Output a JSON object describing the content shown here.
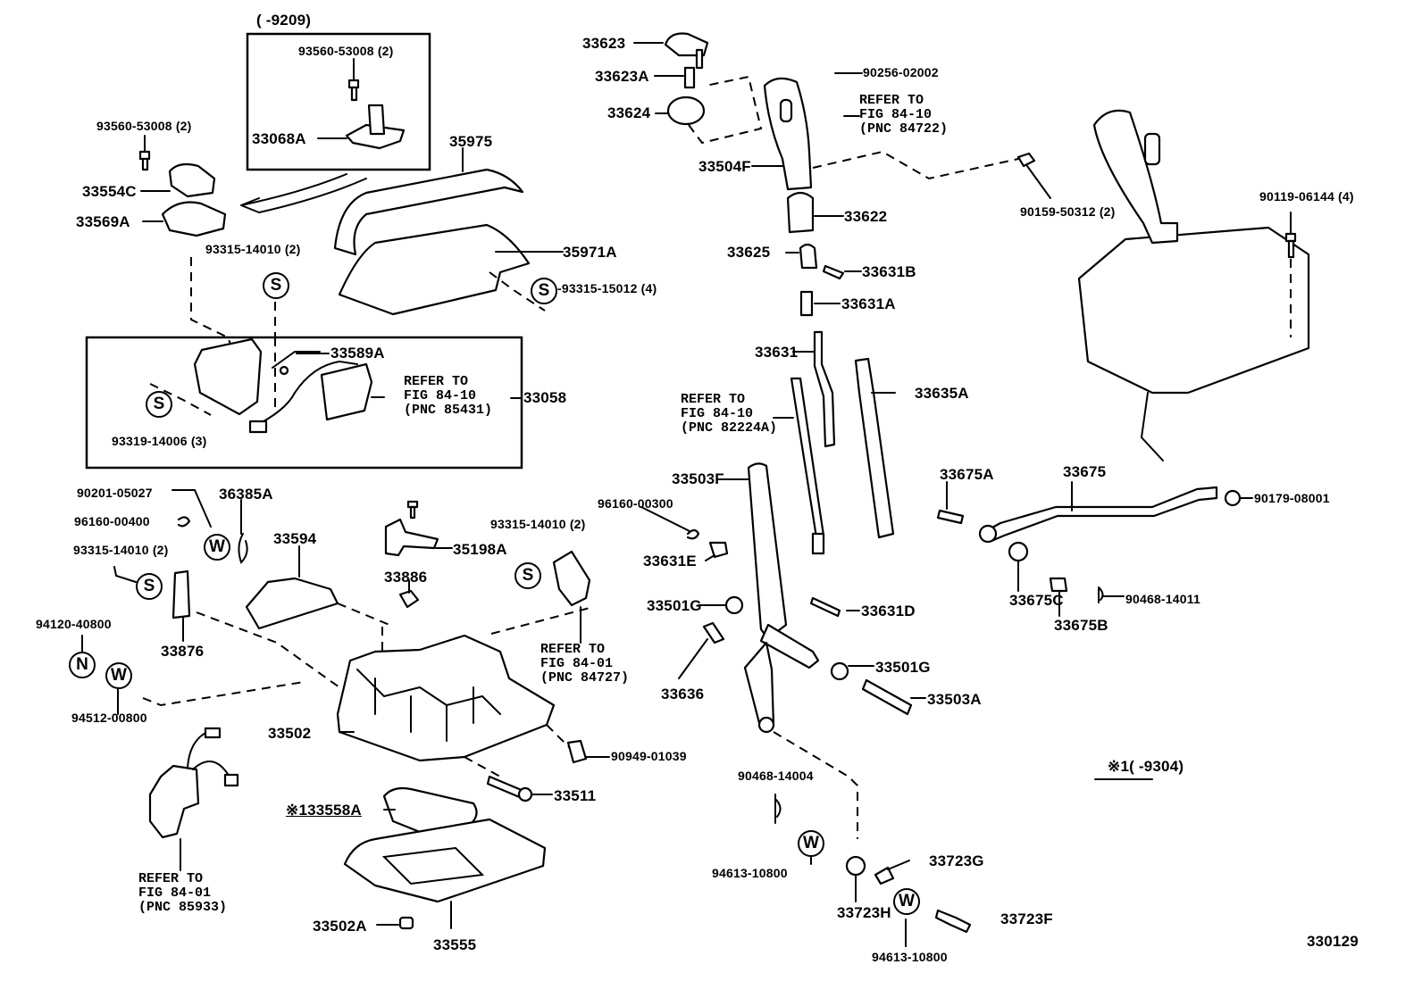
{
  "figure": {
    "id": "330129",
    "inset_top_range": "(        -9209)",
    "footnote_range": "※1(        -9304)"
  },
  "symbols": {
    "s": "S",
    "w": "W",
    "n": "N"
  },
  "parts": {
    "p93560_53008_inset": "93560-53008 (2)",
    "p33068A": "33068A",
    "p93560_53008": "93560-53008 (2)",
    "p33554C": "33554C",
    "p33569A": "33569A",
    "p35975": "35975",
    "p93315_14010_a": "93315-14010 (2)",
    "p35971A": "35971A",
    "p93315_15012": "-93315-15012 (4)",
    "p33589A": "33589A",
    "p33058": "33058",
    "p93319_14006": "93319-14006 (3)",
    "p33623": "33623",
    "p33623A": "33623A",
    "p33624": "33624",
    "p90256_02002": "90256-02002",
    "p33504F": "33504F",
    "p33622": "33622",
    "p33625": "33625",
    "p33631B": "33631B",
    "p33631A": "33631A",
    "p33631": "33631",
    "p33635A": "33635A",
    "p33503F": "33503F",
    "p90159_50312": "90159-50312 (2)",
    "p90119_06144": "90119-06144 (4)",
    "p33675A": "33675A",
    "p33675": "33675",
    "p90179_08001": "90179-08001",
    "p33675C": "33675C",
    "p33675B": "33675B",
    "p90468_14011": "90468-14011",
    "p90201_05027": "90201-05027",
    "p36385A": "36385A",
    "p96160_00400": "96160-00400",
    "p93315_14010_b": "93315-14010 (2)",
    "p33594": "33594",
    "p35198A": "35198A",
    "p33886": "33886",
    "p93315_14010_c": "93315-14010 (2)",
    "p96160_00300": "96160-00300",
    "p33631E": "33631E",
    "p33501G_a": "33501G",
    "p33631D": "33631D",
    "p33636": "33636",
    "p33501G_b": "33501G",
    "p33503A": "33503A",
    "p94120_40800": "94120-40800",
    "p33876": "33876",
    "p94512_00800": "94512-00800",
    "p33502": "33502",
    "p90949_01039": "90949-01039",
    "p33511": "33511",
    "p33558A": "※133558A",
    "p33502A": "33502A",
    "p33555": "33555",
    "p90468_14004": "90468-14004",
    "p94613_10800_a": "94613-10800",
    "p33723G": "33723G",
    "p33723H": "33723H",
    "p33723F": "33723F",
    "p94613_10800_b": "94613-10800"
  },
  "references": {
    "ref_84722": "REFER TO\nFIG 84-10\n(PNC 84722)",
    "ref_85431": "REFER TO\nFIG 84-10\n(PNC 85431)",
    "ref_82224A": "REFER TO\nFIG 84-10\n(PNC 82224A)",
    "ref_84727": "REFER TO\nFIG 84-01\n(PNC 84727)",
    "ref_85933": "REFER TO\nFIG 84-01\n(PNC 85933)"
  }
}
